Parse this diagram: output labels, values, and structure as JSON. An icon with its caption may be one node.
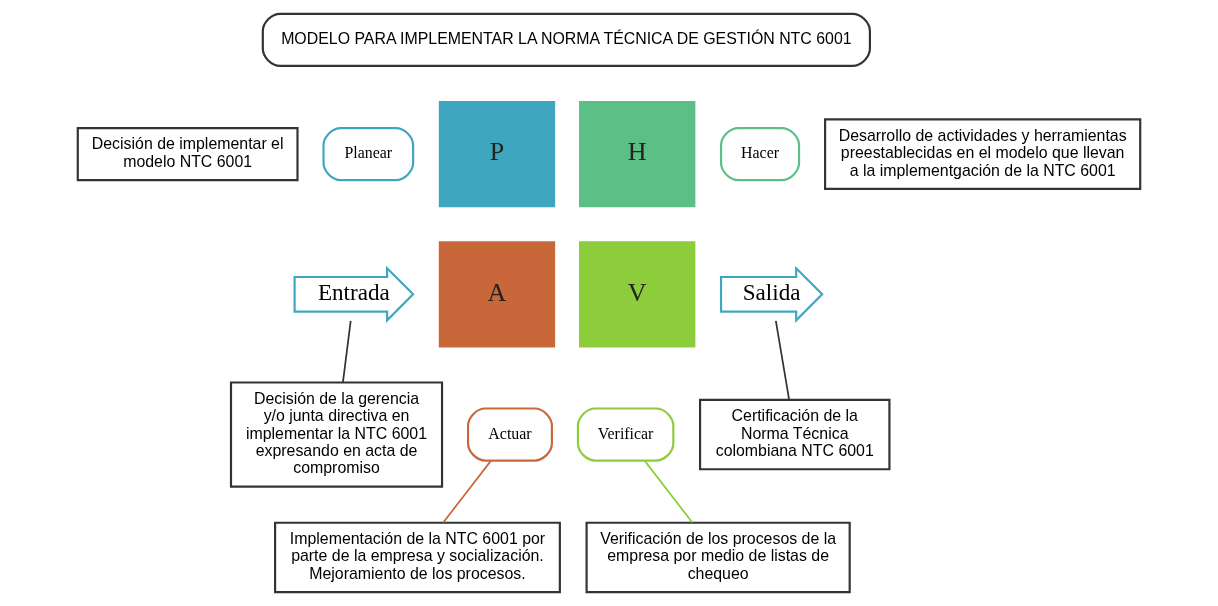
{
  "diagram": {
    "nodes": [
      {
        "text": [
          "MODELO PARA IMPLEMENTAR LA NORMA TÉCNICA DE GESTIÓN NTC 6001"
        ]
      },
      {
        "text": [
          "Decisión de implementar el modelo NTC 6001"
        ]
      },
      {
        "text": [
          "Planear"
        ]
      },
      {
        "text": [
          "P"
        ]
      },
      {
        "text": [
          "H"
        ]
      },
      {
        "text": [
          "Hacer"
        ]
      },
      {
        "text": [
          "Desarrollo de actividades y herramientas preestablecidas en el modelo que llevan a la implementgación de la NTC 6001"
        ]
      },
      {
        "text": [
          "Entrada"
        ]
      },
      {
        "text": [
          "A"
        ]
      },
      {
        "text": [
          "V"
        ]
      },
      {
        "text": [
          "Salida"
        ]
      },
      {
        "text": [
          "Decisión de la gerencia y/o junta directiva en implementar la NTC 6001 expresando en acta de compromiso"
        ]
      },
      {
        "text": [
          "Actuar"
        ]
      },
      {
        "text": [
          "Verificar"
        ]
      },
      {
        "text": [
          "Certificación de la Norma Técnica colombiana NTC 6001"
        ]
      },
      {
        "text": [
          "Implementación de la NTC 6001 por parte de la empresa y socialización. Mejoramiento de los procesos."
        ]
      },
      {
        "text": [
          "Verificación de los procesos de la empresa por medio de listas de chequeo"
        ]
      }
    ],
    "edges": [
      {
        "from": 7,
        "to": 11,
        "arrow": "none"
      },
      {
        "from": 10,
        "to": 14,
        "arrow": "none"
      },
      {
        "from": 12,
        "to": 15,
        "arrow": "none",
        "color": "#c8683a"
      },
      {
        "from": 13,
        "to": 16,
        "arrow": "none",
        "color": "#8dcc3a"
      }
    ]
  }
}
